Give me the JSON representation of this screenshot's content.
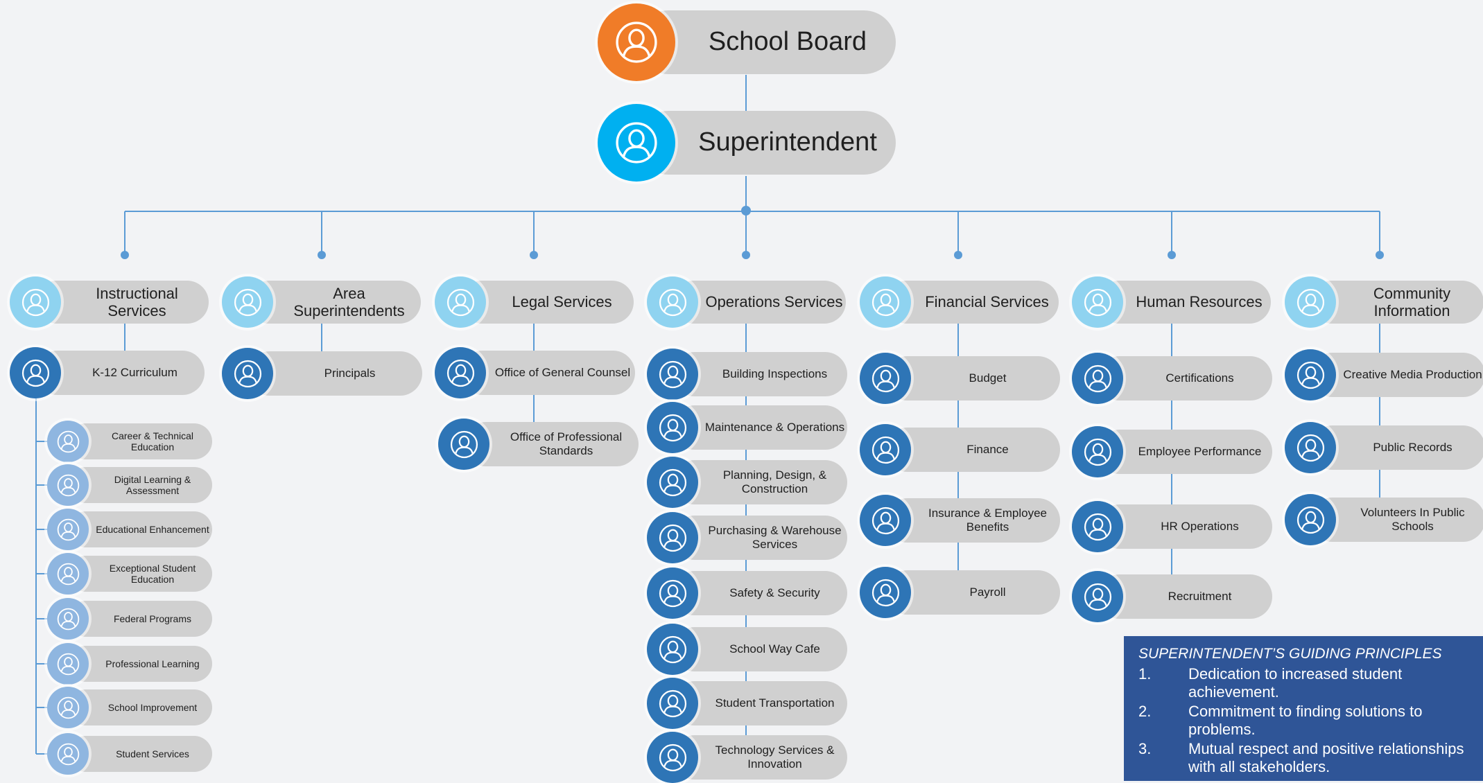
{
  "colors": {
    "board": "#f07c28",
    "superintendent": "#00b0f0",
    "department": "#8fd3f0",
    "unit": "#2e75b6",
    "subunit": "#8fb6e0",
    "pill": "#d0d0d0",
    "line": "#5b9bd5",
    "principles_bg": "#2f5597"
  },
  "icons": {
    "person": "person-icon"
  },
  "org": {
    "board": {
      "label": "School Board"
    },
    "superintendent": {
      "label": "Superintendent"
    },
    "departments": [
      {
        "label": "Instructional Services",
        "units": [
          {
            "label": "K-12 Curriculum"
          }
        ],
        "subunits": [
          {
            "label": "Career & Technical Education"
          },
          {
            "label": "Digital Learning & Assessment"
          },
          {
            "label": "Educational Enhancement"
          },
          {
            "label": "Exceptional Student Education"
          },
          {
            "label": "Federal Programs"
          },
          {
            "label": "Professional Learning"
          },
          {
            "label": "School Improvement"
          },
          {
            "label": "Student Services"
          }
        ]
      },
      {
        "label": "Area Superintendents",
        "units": [
          {
            "label": "Principals"
          }
        ]
      },
      {
        "label": "Legal Services",
        "units": [
          {
            "label": "Office of General Counsel"
          },
          {
            "label": "Office of Professional Standards"
          }
        ]
      },
      {
        "label": "Operations Services",
        "units": [
          {
            "label": "Building Inspections"
          },
          {
            "label": "Maintenance & Operations"
          },
          {
            "label": "Planning, Design, & Construction"
          },
          {
            "label": "Purchasing & Warehouse Services"
          },
          {
            "label": "Safety & Security"
          },
          {
            "label": "School Way Cafe"
          },
          {
            "label": "Student Transportation"
          },
          {
            "label": "Technology Services & Innovation"
          }
        ]
      },
      {
        "label": "Financial Services",
        "units": [
          {
            "label": "Budget"
          },
          {
            "label": "Finance"
          },
          {
            "label": "Insurance & Employee Benefits"
          },
          {
            "label": "Payroll"
          }
        ]
      },
      {
        "label": "Human Resources",
        "units": [
          {
            "label": "Certifications"
          },
          {
            "label": "Employee Performance"
          },
          {
            "label": "HR Operations"
          },
          {
            "label": "Recruitment"
          }
        ]
      },
      {
        "label": "Community Information",
        "units": [
          {
            "label": "Creative Media Production"
          },
          {
            "label": "Public Records"
          },
          {
            "label": "Volunteers In Public Schools"
          }
        ]
      }
    ]
  },
  "principles": {
    "title": "SUPERINTENDENT’S GUIDING PRINCIPLES",
    "items": [
      {
        "num": "1.",
        "text": "Dedication to increased student achievement."
      },
      {
        "num": "2.",
        "text": "Commitment to finding solutions to problems."
      },
      {
        "num": "3.",
        "text": "Mutual respect and positive relationships with all stakeholders."
      }
    ]
  }
}
